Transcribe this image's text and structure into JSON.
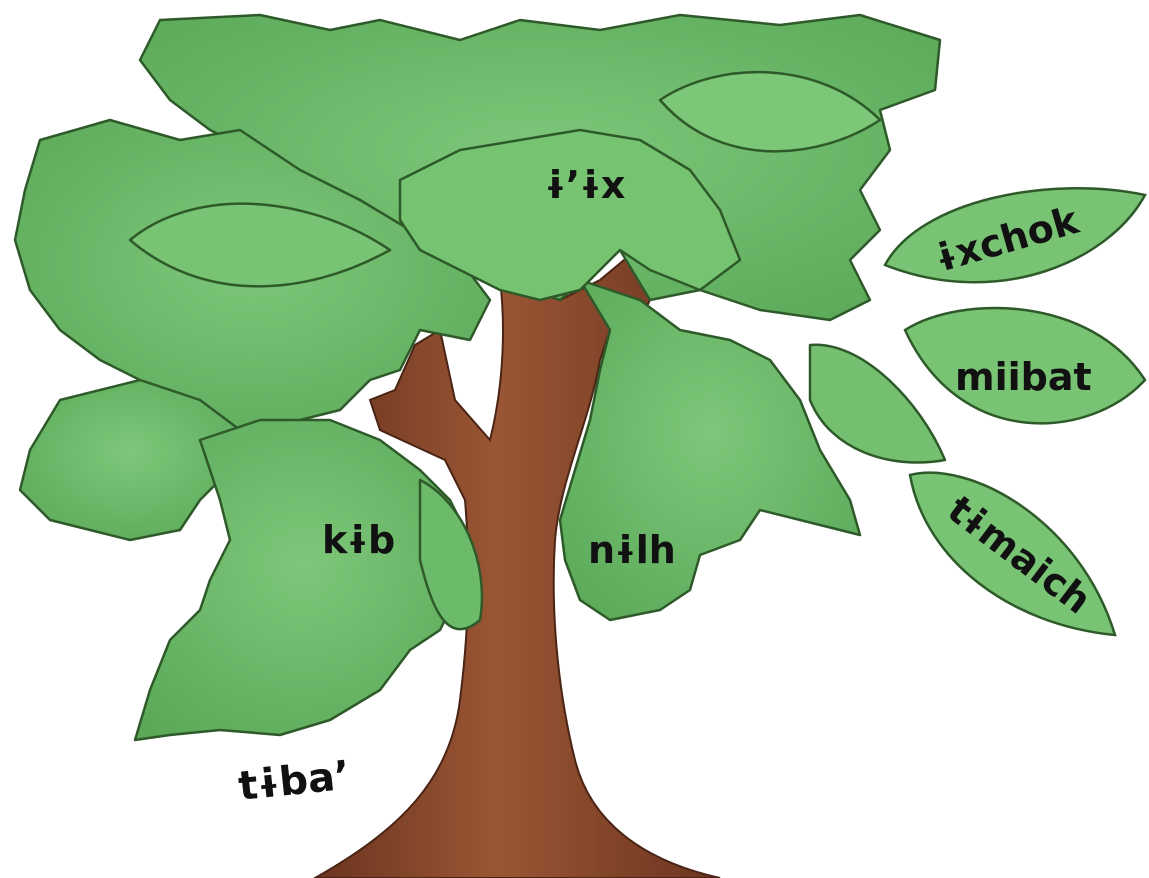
{
  "labels": {
    "crown": "ɨ’ɨx",
    "trunk": "nɨlh",
    "branch": "kɨb",
    "ground": "tɨba’",
    "leaf_top": "ɨxchok",
    "leaf_mid": "miibat",
    "leaf_bottom": "tɨmaich"
  },
  "colors": {
    "leaf_fill": "#6cbb6a",
    "leaf_light": "#82c97e",
    "leaf_outline": "#2e5a2a",
    "trunk": "#8a4a2e",
    "trunk_dark": "#6b341f",
    "background": "#ffffff"
  }
}
